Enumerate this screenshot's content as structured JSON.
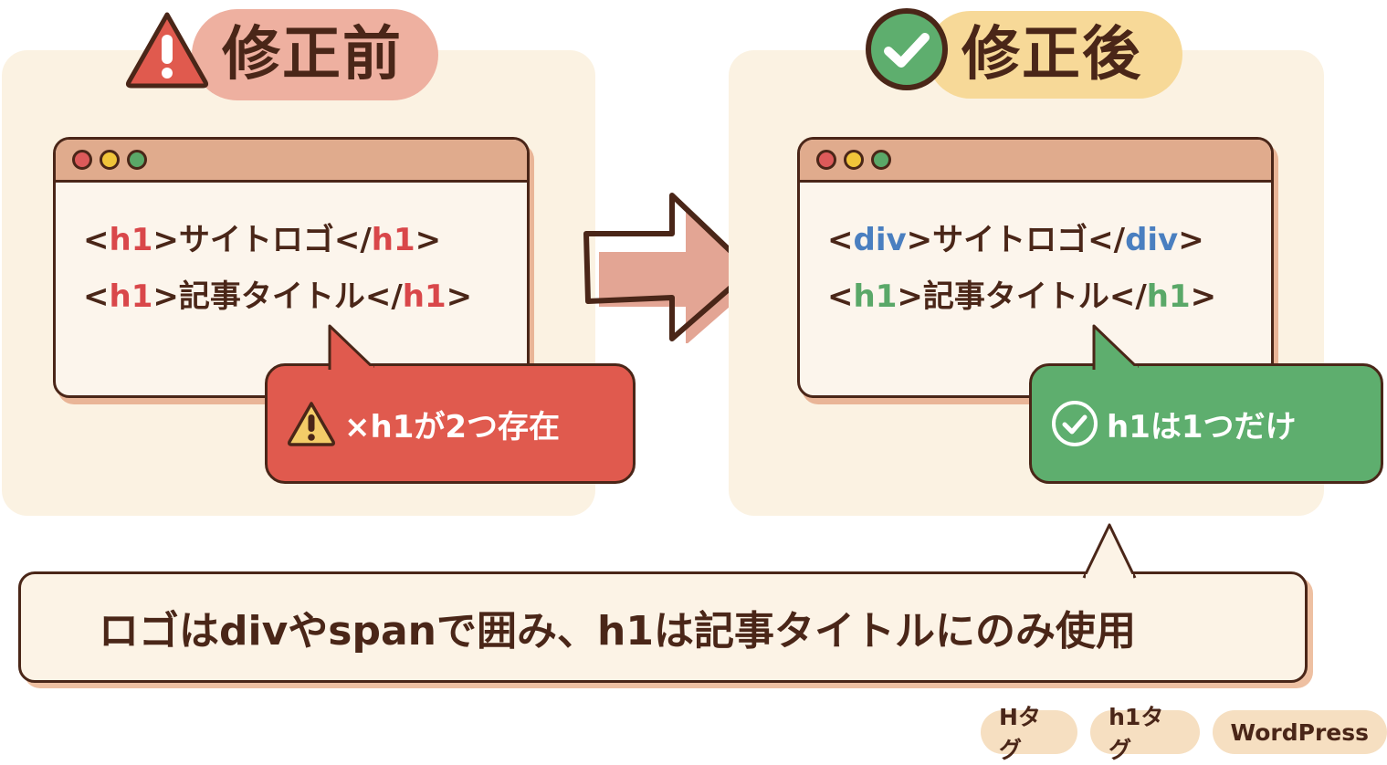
{
  "before": {
    "heading": "修正前",
    "heading_icon": "warning-triangle-icon",
    "code_lines": [
      {
        "open_lt": "<",
        "open_tag": "h1",
        "open_gt": ">",
        "content": "サイトロゴ",
        "close_lt": "</",
        "close_tag": "h1",
        "close_gt": ">"
      },
      {
        "open_lt": "<",
        "open_tag": "h1",
        "open_gt": ">",
        "content": "記事タイトル",
        "close_lt": "</",
        "close_tag": "h1",
        "close_gt": ">"
      }
    ],
    "callout": "×h1が2つ存在",
    "callout_icon": "warning-triangle-icon"
  },
  "after": {
    "heading": "修正後",
    "heading_icon": "check-circle-icon",
    "code_lines": [
      {
        "open_lt": "<",
        "open_tag": "div",
        "open_gt": ">",
        "content": "サイトロゴ",
        "close_lt": "</",
        "close_tag": "div",
        "close_gt": ">"
      },
      {
        "open_lt": "<",
        "open_tag": "h1",
        "open_gt": ">",
        "content": "記事タイトル",
        "close_lt": "</",
        "close_tag": "h1",
        "close_gt": ">"
      }
    ],
    "callout": "h1は1つだけ",
    "callout_icon": "check-circle-outline-icon"
  },
  "summary": "ロゴはdivやspanで囲み、h1は記事タイトルにのみ使用",
  "tags": [
    "Hタグ",
    "h1タグ",
    "WordPress"
  ],
  "colors": {
    "panel_bg": "#fbf2e2",
    "outline": "#4a2618",
    "error_red": "#e05a4e",
    "success_green": "#5eae6e",
    "tag_red": "#d9474a",
    "tag_blue": "#4a7fc0",
    "tag_green": "#5aa868",
    "before_pill": "#eeb0a0",
    "after_pill": "#f7d998",
    "arrow_fill": "#e3a594"
  }
}
